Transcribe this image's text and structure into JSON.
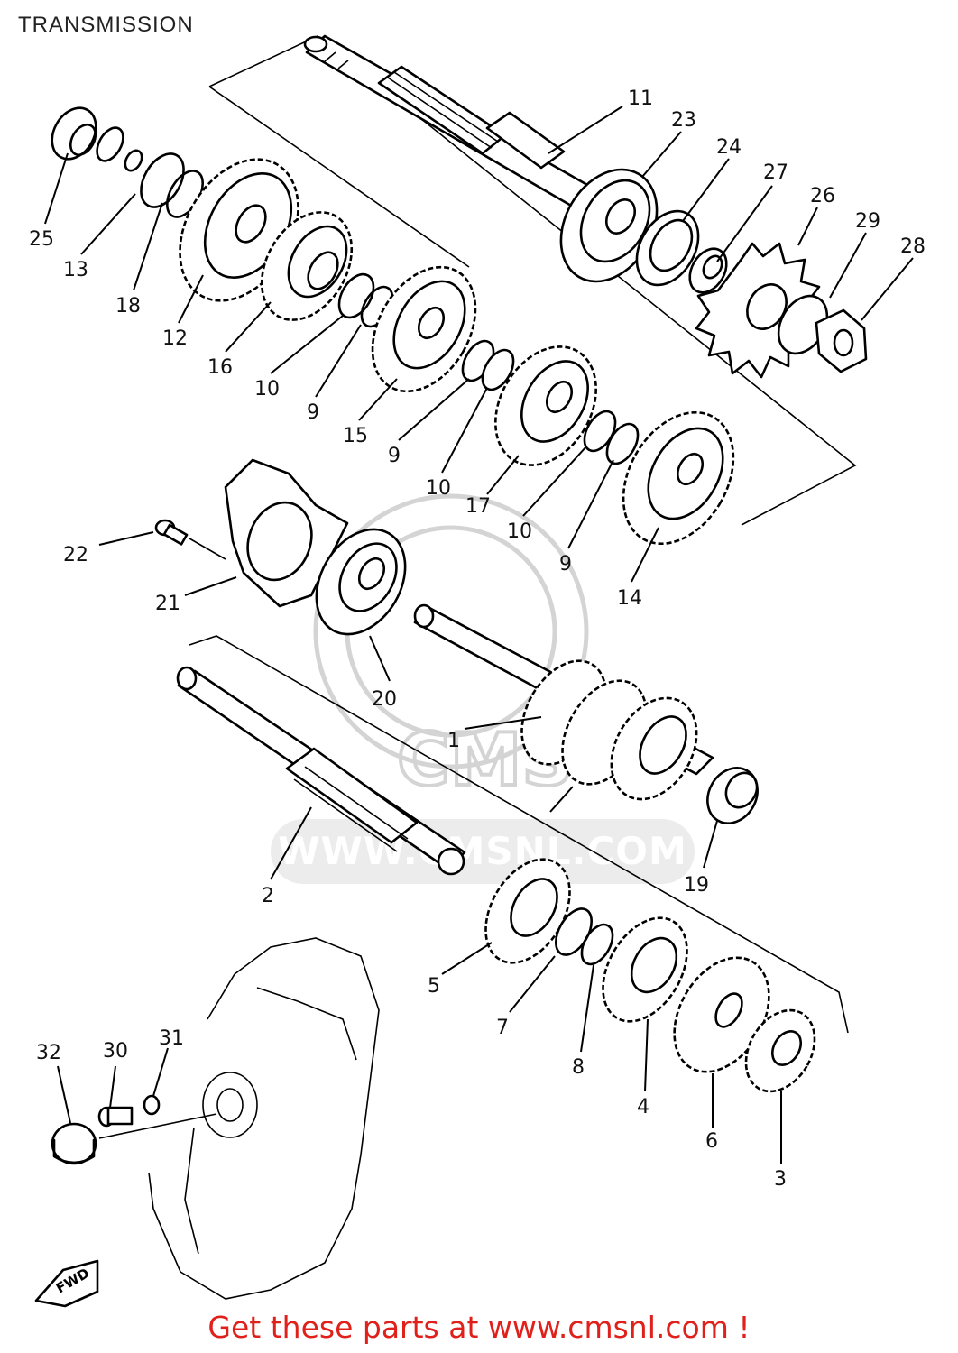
{
  "header": {
    "title": "TRANSMISSION"
  },
  "watermark": {
    "text": "WWW.CMSNL.COM",
    "logo_text": "CMS"
  },
  "footer": {
    "text": "Get these parts at www.cmsnl.com !"
  },
  "fwd_tag": "FWD",
  "callouts": [
    {
      "id": "11",
      "label": "11",
      "part": "main-axle"
    },
    {
      "id": "23",
      "label": "23",
      "part": "bearing"
    },
    {
      "id": "24",
      "label": "24",
      "part": "oil-seal"
    },
    {
      "id": "27",
      "label": "27",
      "part": "collar"
    },
    {
      "id": "26",
      "label": "26",
      "part": "drive-sprocket"
    },
    {
      "id": "29",
      "label": "29",
      "part": "lock-washer"
    },
    {
      "id": "28",
      "label": "28",
      "part": "nut"
    },
    {
      "id": "25",
      "label": "25",
      "part": "bearing"
    },
    {
      "id": "13",
      "label": "13",
      "part": "circlip"
    },
    {
      "id": "18",
      "label": "18",
      "part": "washer"
    },
    {
      "id": "12",
      "label": "12",
      "part": "gear"
    },
    {
      "id": "16",
      "label": "16",
      "part": "gear"
    },
    {
      "id": "10a",
      "label": "10",
      "part": "washer"
    },
    {
      "id": "9a",
      "label": "9",
      "part": "circlip"
    },
    {
      "id": "15",
      "label": "15",
      "part": "gear"
    },
    {
      "id": "9b",
      "label": "9",
      "part": "circlip"
    },
    {
      "id": "10b",
      "label": "10",
      "part": "washer"
    },
    {
      "id": "17",
      "label": "17",
      "part": "gear"
    },
    {
      "id": "10c",
      "label": "10",
      "part": "washer"
    },
    {
      "id": "9c",
      "label": "9",
      "part": "circlip"
    },
    {
      "id": "14",
      "label": "14",
      "part": "gear"
    },
    {
      "id": "22",
      "label": "22",
      "part": "screw"
    },
    {
      "id": "21",
      "label": "21",
      "part": "bearing-stopper"
    },
    {
      "id": "20",
      "label": "20",
      "part": "bearing"
    },
    {
      "id": "1",
      "label": "1",
      "part": "drive-axle-assy"
    },
    {
      "id": "19",
      "label": "19",
      "part": "bearing"
    },
    {
      "id": "2",
      "label": "2",
      "part": "drive-axle"
    },
    {
      "id": "5",
      "label": "5",
      "part": "gear"
    },
    {
      "id": "7",
      "label": "7",
      "part": "washer"
    },
    {
      "id": "8",
      "label": "8",
      "part": "circlip"
    },
    {
      "id": "4",
      "label": "4",
      "part": "gear"
    },
    {
      "id": "6",
      "label": "6",
      "part": "gear"
    },
    {
      "id": "3",
      "label": "3",
      "part": "gear"
    },
    {
      "id": "32",
      "label": "32",
      "part": "cap"
    },
    {
      "id": "30",
      "label": "30",
      "part": "bolt"
    },
    {
      "id": "31",
      "label": "31",
      "part": "washer"
    }
  ]
}
